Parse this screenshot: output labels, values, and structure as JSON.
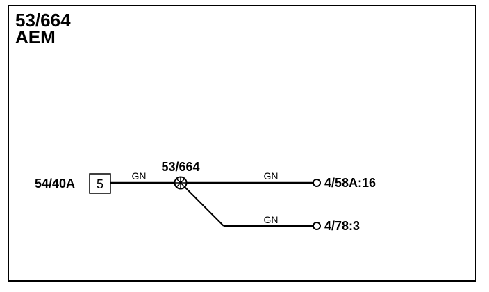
{
  "diagram": {
    "title_line1": "53/664",
    "title_line2": "AEM",
    "source_connector": "54/40A",
    "source_pin": "5",
    "splice_label": "53/664",
    "wire_color_1": "GN",
    "wire_color_2": "GN",
    "wire_color_3": "GN",
    "dest_1": "4/58A:16",
    "dest_2": "4/78:3"
  },
  "colors": {
    "line": "#000000",
    "background": "#ffffff"
  }
}
